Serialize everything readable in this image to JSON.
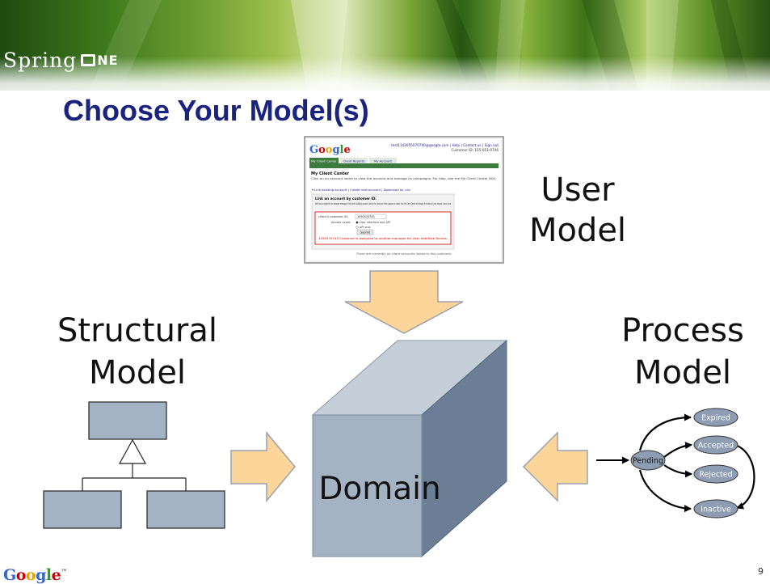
{
  "slide": {
    "title": "Choose Your Model(s)",
    "page_number": "9"
  },
  "logo": {
    "spring": "Spring",
    "one_rest": "NE"
  },
  "footer": {
    "google_letters": [
      "G",
      "o",
      "o",
      "g",
      "l",
      "e"
    ],
    "google_colors": [
      "#3366cc",
      "#cc0000",
      "#e6a100",
      "#3366cc",
      "#339933",
      "#cc0000"
    ],
    "tm": "™"
  },
  "labels": {
    "user_model": [
      "User",
      "Model"
    ],
    "structural_model": [
      "Structural",
      "Model"
    ],
    "process_model": [
      "Process",
      "Model"
    ],
    "domain": "Domain"
  },
  "process_states": {
    "pending": "Pending",
    "expired": "Expired",
    "accepted": "Accepted",
    "rejected": "Rejected",
    "inactive": "Inactive"
  },
  "screenshot": {
    "google_logo": "Google",
    "account_line": "test1143055070740@google.com | Help | Contact us | Sign out",
    "customer_id_line": "Customer ID: 155-051-0746",
    "tabs": [
      "My Client Center",
      "Client Reports",
      "My Account"
    ],
    "heading": "My Client Center",
    "intro": "Click on an account name to view the account and manage its campaigns. For help, see the My Client Center FAQ.",
    "links": "▾ Link existing account | Create new account | Download as .csv",
    "box_title": "Link an account by customer ID.",
    "box_text": "We'll post a request to be managed message in the client's AdWords account, which the client can either approve or reject. Your My Client Center will display the status of your request. Learn more",
    "customer_id_label": "client's customer ID:",
    "customer_id_value": "1050570743",
    "access_label": "Access Level:",
    "access_options": [
      "User Interface and API",
      "API only"
    ],
    "submit": "Submit",
    "error": "1050570743 Customer is assigned to another manager for User Interface Access.",
    "footer_note": "There are currently no client accounts linked to this customer."
  },
  "colors": {
    "title": "#1a237e",
    "arrow_fill": "#fcd59b",
    "arrow_stroke": "#9aa1ad",
    "cube_front": "#a4b3c3",
    "cube_top": "#c5cfd9",
    "cube_side": "#6b7e95",
    "uml_box": "#a4b3c3",
    "state_fill": "#8e9db3",
    "screenshot_tab": "#3d7a3d",
    "error_red": "#cc0000"
  }
}
